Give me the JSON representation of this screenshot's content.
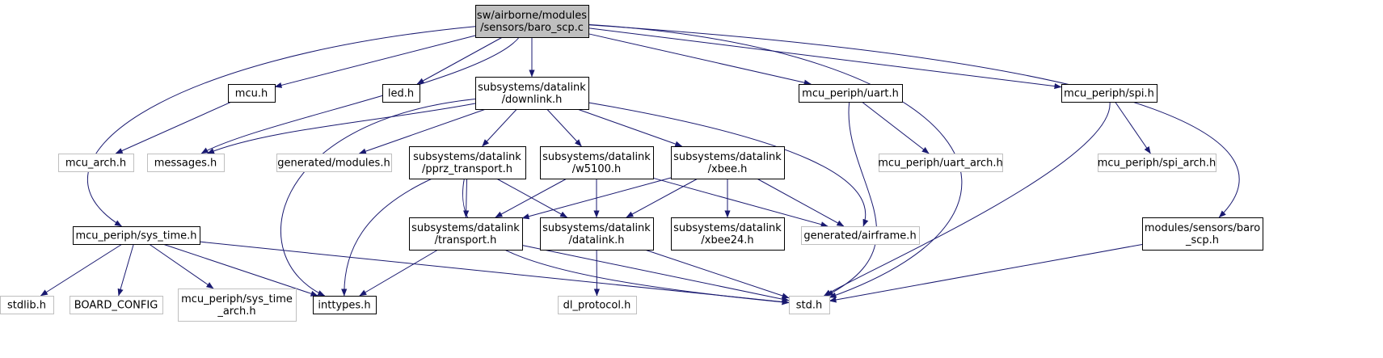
{
  "colors": {
    "edge": "#191970",
    "root_fill": "#bfbfbf",
    "normal_border": "#000000",
    "external_border": "#bfbfbf",
    "node_fill": "#ffffff"
  },
  "nodes": [
    {
      "id": "root",
      "lines": [
        "sw/airborne/modules",
        "/sensors/baro_scp.c"
      ],
      "style": "root"
    },
    {
      "id": "mcu",
      "lines": [
        "mcu.h"
      ],
      "style": "normal"
    },
    {
      "id": "led",
      "lines": [
        "led.h"
      ],
      "style": "normal"
    },
    {
      "id": "downlink",
      "lines": [
        "subsystems/datalink",
        "/downlink.h"
      ],
      "style": "normal"
    },
    {
      "id": "uart",
      "lines": [
        "mcu_periph/uart.h"
      ],
      "style": "normal"
    },
    {
      "id": "spi",
      "lines": [
        "mcu_periph/spi.h"
      ],
      "style": "normal"
    },
    {
      "id": "mcu_arch",
      "lines": [
        "mcu_arch.h"
      ],
      "style": "external"
    },
    {
      "id": "messages",
      "lines": [
        "messages.h"
      ],
      "style": "external"
    },
    {
      "id": "gen_modules",
      "lines": [
        "generated/modules.h"
      ],
      "style": "external"
    },
    {
      "id": "pprz",
      "lines": [
        "subsystems/datalink",
        "/pprz_transport.h"
      ],
      "style": "normal"
    },
    {
      "id": "w5100",
      "lines": [
        "subsystems/datalink",
        "/w5100.h"
      ],
      "style": "normal"
    },
    {
      "id": "xbee",
      "lines": [
        "subsystems/datalink",
        "/xbee.h"
      ],
      "style": "normal"
    },
    {
      "id": "uart_arch",
      "lines": [
        "mcu_periph/uart_arch.h"
      ],
      "style": "external"
    },
    {
      "id": "spi_arch",
      "lines": [
        "mcu_periph/spi_arch.h"
      ],
      "style": "external"
    },
    {
      "id": "sys_time",
      "lines": [
        "mcu_periph/sys_time.h"
      ],
      "style": "normal"
    },
    {
      "id": "transport",
      "lines": [
        "subsystems/datalink",
        "/transport.h"
      ],
      "style": "normal"
    },
    {
      "id": "datalink",
      "lines": [
        "subsystems/datalink",
        "/datalink.h"
      ],
      "style": "normal"
    },
    {
      "id": "xbee24",
      "lines": [
        "subsystems/datalink",
        "/xbee24.h"
      ],
      "style": "normal"
    },
    {
      "id": "gen_airframe",
      "lines": [
        "generated/airframe.h"
      ],
      "style": "external"
    },
    {
      "id": "baro_scp_h",
      "lines": [
        "modules/sensors/baro",
        "_scp.h"
      ],
      "style": "normal"
    },
    {
      "id": "stdlib",
      "lines": [
        "stdlib.h"
      ],
      "style": "external"
    },
    {
      "id": "board_config",
      "lines": [
        "BOARD_CONFIG"
      ],
      "style": "external"
    },
    {
      "id": "sys_time_arch",
      "lines": [
        "mcu_periph/sys_time",
        "_arch.h"
      ],
      "style": "external"
    },
    {
      "id": "inttypes",
      "lines": [
        "inttypes.h"
      ],
      "style": "normal"
    },
    {
      "id": "dl_protocol",
      "lines": [
        "dl_protocol.h"
      ],
      "style": "external"
    },
    {
      "id": "std",
      "lines": [
        "std.h"
      ],
      "style": "external"
    }
  ],
  "edges": [
    {
      "from": "root",
      "to": "mcu"
    },
    {
      "from": "root",
      "to": "led"
    },
    {
      "from": "root",
      "to": "downlink"
    },
    {
      "from": "root",
      "to": "uart"
    },
    {
      "from": "root",
      "to": "spi"
    },
    {
      "from": "root",
      "to": "messages"
    },
    {
      "from": "root",
      "to": "sys_time"
    },
    {
      "from": "root",
      "to": "std"
    },
    {
      "from": "root",
      "to": "baro_scp_h"
    },
    {
      "from": "mcu",
      "to": "mcu_arch"
    },
    {
      "from": "downlink",
      "to": "messages"
    },
    {
      "from": "downlink",
      "to": "gen_modules"
    },
    {
      "from": "downlink",
      "to": "pprz"
    },
    {
      "from": "downlink",
      "to": "w5100"
    },
    {
      "from": "downlink",
      "to": "xbee"
    },
    {
      "from": "downlink",
      "to": "gen_airframe"
    },
    {
      "from": "downlink",
      "to": "inttypes"
    },
    {
      "from": "uart",
      "to": "uart_arch"
    },
    {
      "from": "uart",
      "to": "std"
    },
    {
      "from": "spi",
      "to": "spi_arch"
    },
    {
      "from": "spi",
      "to": "std"
    },
    {
      "from": "pprz",
      "to": "transport"
    },
    {
      "from": "pprz",
      "to": "datalink"
    },
    {
      "from": "pprz",
      "to": "inttypes"
    },
    {
      "from": "pprz",
      "to": "std"
    },
    {
      "from": "w5100",
      "to": "transport"
    },
    {
      "from": "w5100",
      "to": "datalink"
    },
    {
      "from": "w5100",
      "to": "gen_airframe"
    },
    {
      "from": "xbee",
      "to": "transport"
    },
    {
      "from": "xbee",
      "to": "datalink"
    },
    {
      "from": "xbee",
      "to": "xbee24"
    },
    {
      "from": "xbee",
      "to": "gen_airframe"
    },
    {
      "from": "sys_time",
      "to": "stdlib"
    },
    {
      "from": "sys_time",
      "to": "board_config"
    },
    {
      "from": "sys_time",
      "to": "sys_time_arch"
    },
    {
      "from": "sys_time",
      "to": "inttypes"
    },
    {
      "from": "sys_time",
      "to": "std"
    },
    {
      "from": "transport",
      "to": "inttypes"
    },
    {
      "from": "transport",
      "to": "std"
    },
    {
      "from": "datalink",
      "to": "dl_protocol"
    },
    {
      "from": "datalink",
      "to": "std"
    },
    {
      "from": "baro_scp_h",
      "to": "std"
    }
  ]
}
